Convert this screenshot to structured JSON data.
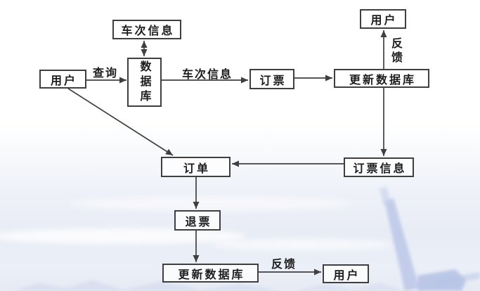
{
  "diagram": {
    "type": "flowchart",
    "nodes": {
      "train_info": "车次信息",
      "user_left": "用户",
      "database": "数据库",
      "book_ticket": "订票",
      "update_db_top": "更新数据库",
      "user_top_right": "用户",
      "order": "订单",
      "booking_info": "订票信息",
      "refund": "退票",
      "update_db_bottom": "更新数据库",
      "user_bottom": "用户"
    },
    "edge_labels": {
      "query": "查询",
      "train_info_edge": "车次信息",
      "feedback_top": "反馈",
      "feedback_bottom": "反馈"
    },
    "edges": [
      "user_left -> database (查询)",
      "train_info <-> database",
      "database -> book_ticket (车次信息)",
      "book_ticket -> update_db_top",
      "update_db_top -> user_top_right (反馈)",
      "update_db_top -> booking_info",
      "booking_info -> order",
      "user_left -> order",
      "order -> refund",
      "refund -> update_db_bottom",
      "update_db_bottom -> user_bottom (反馈)"
    ],
    "colors": {
      "line": "#3f3f3f",
      "box_border": "#3f3f3f",
      "text": "#1c1c1c",
      "background_top": "#ffffff",
      "background_bottom_tint": "#e8ecf5",
      "watermark_crane": "#aebce4"
    }
  }
}
